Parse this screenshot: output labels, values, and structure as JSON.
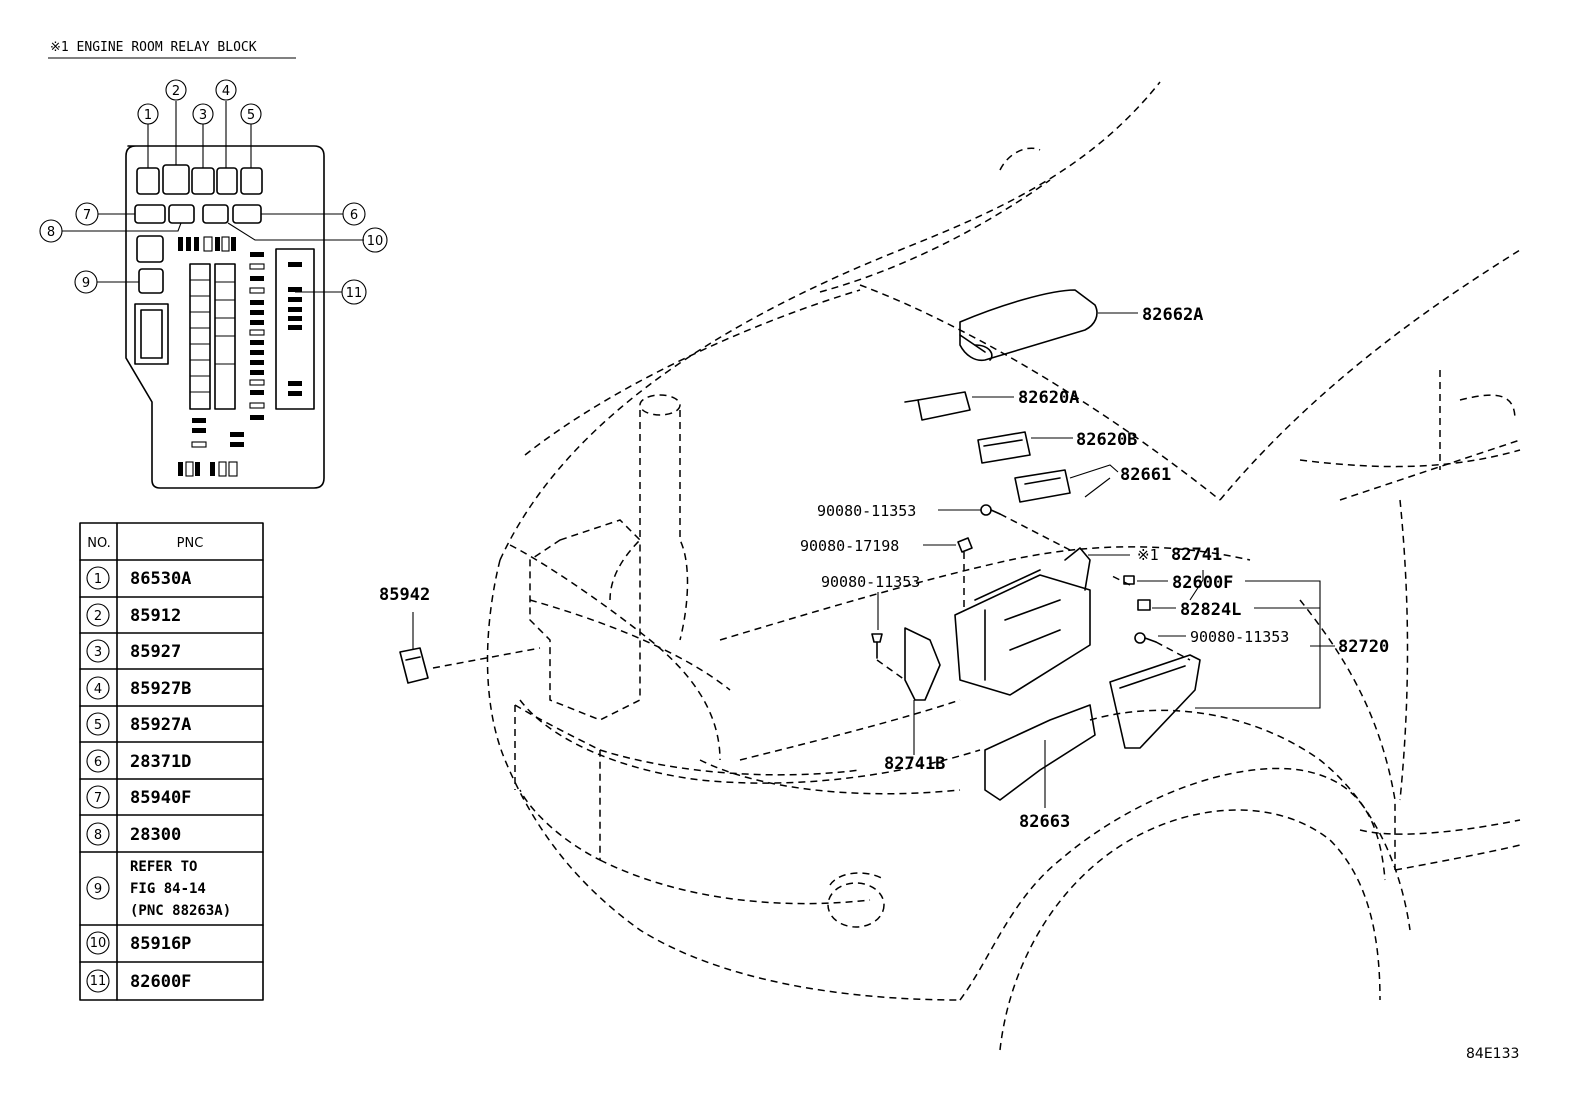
{
  "relay_block": {
    "title": "※1 ENGINE ROOM RELAY BLOCK",
    "callouts": [
      "1",
      "2",
      "3",
      "4",
      "5",
      "6",
      "7",
      "8",
      "9",
      "10",
      "11"
    ]
  },
  "pnc_table": {
    "headers": [
      "NO.",
      "PNC"
    ],
    "rows": [
      {
        "no": "1",
        "pnc": [
          "86530A"
        ]
      },
      {
        "no": "2",
        "pnc": [
          "85912"
        ]
      },
      {
        "no": "3",
        "pnc": [
          "85927"
        ]
      },
      {
        "no": "4",
        "pnc": [
          "85927B"
        ]
      },
      {
        "no": "5",
        "pnc": [
          "85927A"
        ]
      },
      {
        "no": "6",
        "pnc": [
          "28371D"
        ]
      },
      {
        "no": "7",
        "pnc": [
          "85940F"
        ]
      },
      {
        "no": "8",
        "pnc": [
          "28300"
        ]
      },
      {
        "no": "9",
        "pnc": [
          "REFER TO",
          "FIG 84-14",
          "(PNC 88263A)"
        ]
      },
      {
        "no": "10",
        "pnc": [
          "85916P"
        ]
      },
      {
        "no": "11",
        "pnc": [
          "82600F"
        ]
      }
    ]
  },
  "parts": {
    "p82662A": "82662A",
    "p82620A": "82620A",
    "p82620B": "82620B",
    "p82661": "82661",
    "b90080_11353_a": "90080-11353",
    "b90080_17198": "90080-17198",
    "ref_mark": "※1",
    "p82741": "82741",
    "b90080_11353_b": "90080-11353",
    "p82600F": "82600F",
    "p82824L": "82824L",
    "b90080_11353_c": "90080-11353",
    "p82720": "82720",
    "p85942": "85942",
    "p82741B": "82741B",
    "p82663": "82663"
  },
  "figure_id": "84E133"
}
